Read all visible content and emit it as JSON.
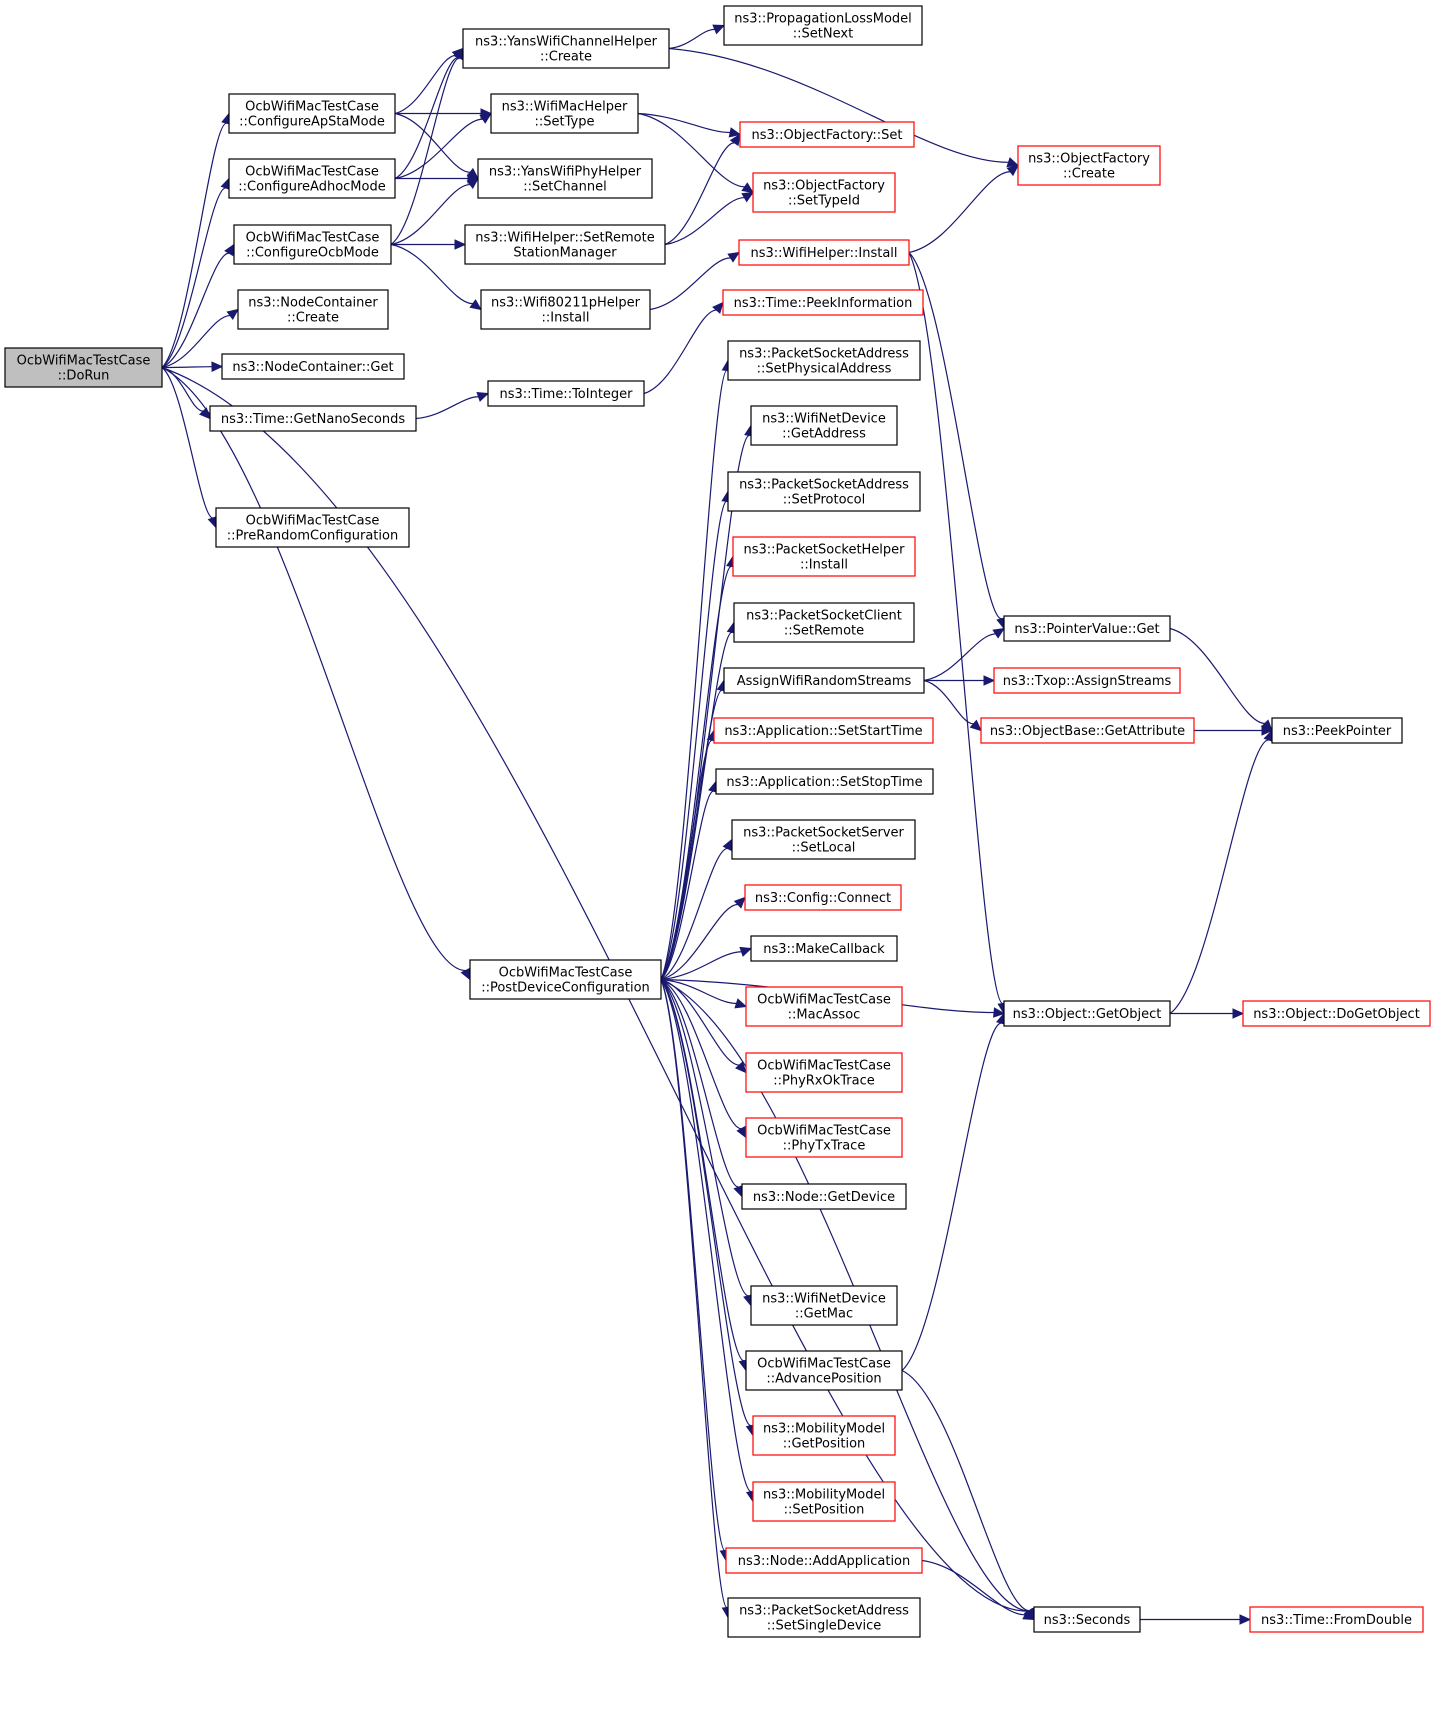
{
  "graph": {
    "nodes": [
      {
        "id": "dorun",
        "lines": [
          "OcbWifiMacTestCase",
          "::DoRun"
        ],
        "style": "root"
      },
      {
        "id": "cfg_apsta",
        "lines": [
          "OcbWifiMacTestCase",
          "::ConfigureApStaMode"
        ],
        "style": "black"
      },
      {
        "id": "cfg_adhoc",
        "lines": [
          "OcbWifiMacTestCase",
          "::ConfigureAdhocMode"
        ],
        "style": "black"
      },
      {
        "id": "cfg_ocb",
        "lines": [
          "OcbWifiMacTestCase",
          "::ConfigureOcbMode"
        ],
        "style": "black"
      },
      {
        "id": "nc_create",
        "lines": [
          "ns3::NodeContainer",
          "::Create"
        ],
        "style": "black"
      },
      {
        "id": "nc_get",
        "lines": [
          "ns3::NodeContainer::Get"
        ],
        "style": "black"
      },
      {
        "id": "time_ns",
        "lines": [
          "ns3::Time::GetNanoSeconds"
        ],
        "style": "black"
      },
      {
        "id": "prerandom",
        "lines": [
          "OcbWifiMacTestCase",
          "::PreRandomConfiguration"
        ],
        "style": "black"
      },
      {
        "id": "yans_ch_create",
        "lines": [
          "ns3::YansWifiChannelHelper",
          "::Create"
        ],
        "style": "black"
      },
      {
        "id": "mac_settype",
        "lines": [
          "ns3::WifiMacHelper",
          "::SetType"
        ],
        "style": "black"
      },
      {
        "id": "yans_phy_setch",
        "lines": [
          "ns3::YansWifiPhyHelper",
          "::SetChannel"
        ],
        "style": "black"
      },
      {
        "id": "wifi_setremote",
        "lines": [
          "ns3::WifiHelper::SetRemote",
          "StationManager"
        ],
        "style": "black"
      },
      {
        "id": "wifi80211p_install",
        "lines": [
          "ns3::Wifi80211pHelper",
          "::Install"
        ],
        "style": "black"
      },
      {
        "id": "time_tointeger",
        "lines": [
          "ns3::Time::ToInteger"
        ],
        "style": "black"
      },
      {
        "id": "postdev",
        "lines": [
          "OcbWifiMacTestCase",
          "::PostDeviceConfiguration"
        ],
        "style": "black"
      },
      {
        "id": "prop_setnext",
        "lines": [
          "ns3::PropagationLossModel",
          "::SetNext"
        ],
        "style": "black"
      },
      {
        "id": "of_set",
        "lines": [
          "ns3::ObjectFactory::Set"
        ],
        "style": "red"
      },
      {
        "id": "of_settypeid",
        "lines": [
          "ns3::ObjectFactory",
          "::SetTypeId"
        ],
        "style": "red"
      },
      {
        "id": "wifi_install",
        "lines": [
          "ns3::WifiHelper::Install"
        ],
        "style": "red"
      },
      {
        "id": "time_peek",
        "lines": [
          "ns3::Time::PeekInformation"
        ],
        "style": "red"
      },
      {
        "id": "psa_setphys",
        "lines": [
          "ns3::PacketSocketAddress",
          "::SetPhysicalAddress"
        ],
        "style": "black"
      },
      {
        "id": "wnd_getaddr",
        "lines": [
          "ns3::WifiNetDevice",
          "::GetAddress"
        ],
        "style": "black"
      },
      {
        "id": "psa_setproto",
        "lines": [
          "ns3::PacketSocketAddress",
          "::SetProtocol"
        ],
        "style": "black"
      },
      {
        "id": "psh_install",
        "lines": [
          "ns3::PacketSocketHelper",
          "::Install"
        ],
        "style": "red"
      },
      {
        "id": "psc_setremote",
        "lines": [
          "ns3::PacketSocketClient",
          "::SetRemote"
        ],
        "style": "black"
      },
      {
        "id": "assign_streams",
        "lines": [
          "AssignWifiRandomStreams"
        ],
        "style": "black"
      },
      {
        "id": "app_start",
        "lines": [
          "ns3::Application::SetStartTime"
        ],
        "style": "red"
      },
      {
        "id": "app_stop",
        "lines": [
          "ns3::Application::SetStopTime"
        ],
        "style": "black"
      },
      {
        "id": "pss_setlocal",
        "lines": [
          "ns3::PacketSocketServer",
          "::SetLocal"
        ],
        "style": "black"
      },
      {
        "id": "cfg_connect",
        "lines": [
          "ns3::Config::Connect"
        ],
        "style": "red"
      },
      {
        "id": "make_cb",
        "lines": [
          "ns3::MakeCallback"
        ],
        "style": "black"
      },
      {
        "id": "mac_assoc",
        "lines": [
          "OcbWifiMacTestCase",
          "::MacAssoc"
        ],
        "style": "red"
      },
      {
        "id": "phy_rxok",
        "lines": [
          "OcbWifiMacTestCase",
          "::PhyRxOkTrace"
        ],
        "style": "red"
      },
      {
        "id": "phy_tx",
        "lines": [
          "OcbWifiMacTestCase",
          "::PhyTxTrace"
        ],
        "style": "red"
      },
      {
        "id": "node_getdev",
        "lines": [
          "ns3::Node::GetDevice"
        ],
        "style": "black"
      },
      {
        "id": "wnd_getmac",
        "lines": [
          "ns3::WifiNetDevice",
          "::GetMac"
        ],
        "style": "black"
      },
      {
        "id": "adv_pos",
        "lines": [
          "OcbWifiMacTestCase",
          "::AdvancePosition"
        ],
        "style": "black"
      },
      {
        "id": "mm_getpos",
        "lines": [
          "ns3::MobilityModel",
          "::GetPosition"
        ],
        "style": "red"
      },
      {
        "id": "mm_setpos",
        "lines": [
          "ns3::MobilityModel",
          "::SetPosition"
        ],
        "style": "red"
      },
      {
        "id": "node_addapp",
        "lines": [
          "ns3::Node::AddApplication"
        ],
        "style": "red"
      },
      {
        "id": "psa_setsingle",
        "lines": [
          "ns3::PacketSocketAddress",
          "::SetSingleDevice"
        ],
        "style": "black"
      },
      {
        "id": "of_create",
        "lines": [
          "ns3::ObjectFactory",
          "::Create"
        ],
        "style": "red"
      },
      {
        "id": "pv_get",
        "lines": [
          "ns3::PointerValue::Get"
        ],
        "style": "black"
      },
      {
        "id": "txop_assign",
        "lines": [
          "ns3::Txop::AssignStreams"
        ],
        "style": "red"
      },
      {
        "id": "ob_getattr",
        "lines": [
          "ns3::ObjectBase::GetAttribute"
        ],
        "style": "red"
      },
      {
        "id": "obj_getobj",
        "lines": [
          "ns3::Object::GetObject"
        ],
        "style": "black"
      },
      {
        "id": "seconds",
        "lines": [
          "ns3::Seconds"
        ],
        "style": "black"
      },
      {
        "id": "peek_ptr",
        "lines": [
          "ns3::PeekPointer"
        ],
        "style": "black"
      },
      {
        "id": "obj_dogetobj",
        "lines": [
          "ns3::Object::DoGetObject"
        ],
        "style": "red"
      },
      {
        "id": "time_fromdouble",
        "lines": [
          "ns3::Time::FromDouble"
        ],
        "style": "red"
      }
    ],
    "edges": [
      [
        "dorun",
        "cfg_apsta"
      ],
      [
        "dorun",
        "cfg_adhoc"
      ],
      [
        "dorun",
        "cfg_ocb"
      ],
      [
        "dorun",
        "nc_create"
      ],
      [
        "dorun",
        "nc_get"
      ],
      [
        "dorun",
        "time_ns"
      ],
      [
        "dorun",
        "prerandom"
      ],
      [
        "dorun",
        "postdev"
      ],
      [
        "dorun",
        "seconds"
      ],
      [
        "cfg_apsta",
        "yans_ch_create"
      ],
      [
        "cfg_apsta",
        "mac_settype"
      ],
      [
        "cfg_apsta",
        "yans_phy_setch"
      ],
      [
        "cfg_adhoc",
        "yans_ch_create"
      ],
      [
        "cfg_adhoc",
        "mac_settype"
      ],
      [
        "cfg_adhoc",
        "yans_phy_setch"
      ],
      [
        "cfg_ocb",
        "yans_ch_create"
      ],
      [
        "cfg_ocb",
        "yans_phy_setch"
      ],
      [
        "cfg_ocb",
        "wifi_setremote"
      ],
      [
        "cfg_ocb",
        "wifi80211p_install"
      ],
      [
        "time_ns",
        "time_tointeger"
      ],
      [
        "time_tointeger",
        "time_peek"
      ],
      [
        "yans_ch_create",
        "prop_setnext"
      ],
      [
        "yans_ch_create",
        "of_create"
      ],
      [
        "mac_settype",
        "of_set"
      ],
      [
        "mac_settype",
        "of_settypeid"
      ],
      [
        "wifi_setremote",
        "of_set"
      ],
      [
        "wifi_setremote",
        "of_settypeid"
      ],
      [
        "wifi80211p_install",
        "wifi_install"
      ],
      [
        "wifi_install",
        "of_create"
      ],
      [
        "wifi_install",
        "pv_get"
      ],
      [
        "wifi_install",
        "obj_getobj"
      ],
      [
        "postdev",
        "psa_setphys"
      ],
      [
        "postdev",
        "wnd_getaddr"
      ],
      [
        "postdev",
        "psa_setproto"
      ],
      [
        "postdev",
        "psh_install"
      ],
      [
        "postdev",
        "psc_setremote"
      ],
      [
        "postdev",
        "assign_streams"
      ],
      [
        "postdev",
        "app_start"
      ],
      [
        "postdev",
        "app_stop"
      ],
      [
        "postdev",
        "pss_setlocal"
      ],
      [
        "postdev",
        "cfg_connect"
      ],
      [
        "postdev",
        "make_cb"
      ],
      [
        "postdev",
        "mac_assoc"
      ],
      [
        "postdev",
        "phy_rxok"
      ],
      [
        "postdev",
        "phy_tx"
      ],
      [
        "postdev",
        "node_getdev"
      ],
      [
        "postdev",
        "obj_getobj"
      ],
      [
        "postdev",
        "wnd_getmac"
      ],
      [
        "postdev",
        "adv_pos"
      ],
      [
        "postdev",
        "mm_getpos"
      ],
      [
        "postdev",
        "mm_setpos"
      ],
      [
        "postdev",
        "node_addapp"
      ],
      [
        "postdev",
        "psa_setsingle"
      ],
      [
        "postdev",
        "seconds"
      ],
      [
        "assign_streams",
        "pv_get"
      ],
      [
        "assign_streams",
        "txop_assign"
      ],
      [
        "assign_streams",
        "ob_getattr"
      ],
      [
        "adv_pos",
        "obj_getobj"
      ],
      [
        "adv_pos",
        "seconds"
      ],
      [
        "node_addapp",
        "seconds"
      ],
      [
        "pv_get",
        "peek_ptr"
      ],
      [
        "ob_getattr",
        "peek_ptr"
      ],
      [
        "obj_getobj",
        "peek_ptr"
      ],
      [
        "obj_getobj",
        "obj_dogetobj"
      ],
      [
        "seconds",
        "time_fromdouble"
      ]
    ]
  },
  "colors": {
    "edge": "#191970",
    "box_border": "#000000",
    "box_border_external": "#ff0000",
    "root_fill": "#bfbfbf"
  }
}
